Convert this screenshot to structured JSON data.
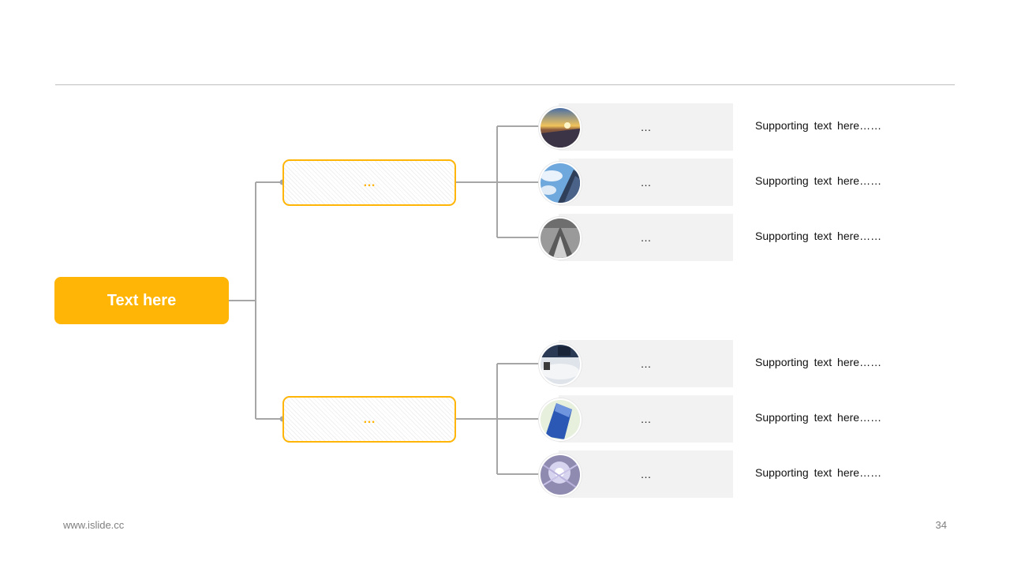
{
  "root": {
    "label": "Text here"
  },
  "branches": [
    {
      "label": "…",
      "leaves": [
        {
          "label": "…",
          "photo": "sunset-road-photo",
          "support": "Supporting text here……"
        },
        {
          "label": "…",
          "photo": "skyscraper-sky-photo",
          "support": "Supporting text here……"
        },
        {
          "label": "…",
          "photo": "tower-grayscale-photo",
          "support": "Supporting text here……"
        }
      ]
    },
    {
      "label": "…",
      "leaves": [
        {
          "label": "…",
          "photo": "office-desk-photo",
          "support": "Supporting text here……"
        },
        {
          "label": "…",
          "photo": "blue-building-photo",
          "support": "Supporting text here……"
        },
        {
          "label": "…",
          "photo": "light-flare-photo",
          "support": "Supporting text here……"
        }
      ]
    }
  ],
  "colors": {
    "accent": "#FFB506",
    "connector": "#a6a6a6",
    "leaf_bg": "#f2f2f2"
  },
  "footer": {
    "url": "www.islide.cc",
    "page": "34"
  }
}
